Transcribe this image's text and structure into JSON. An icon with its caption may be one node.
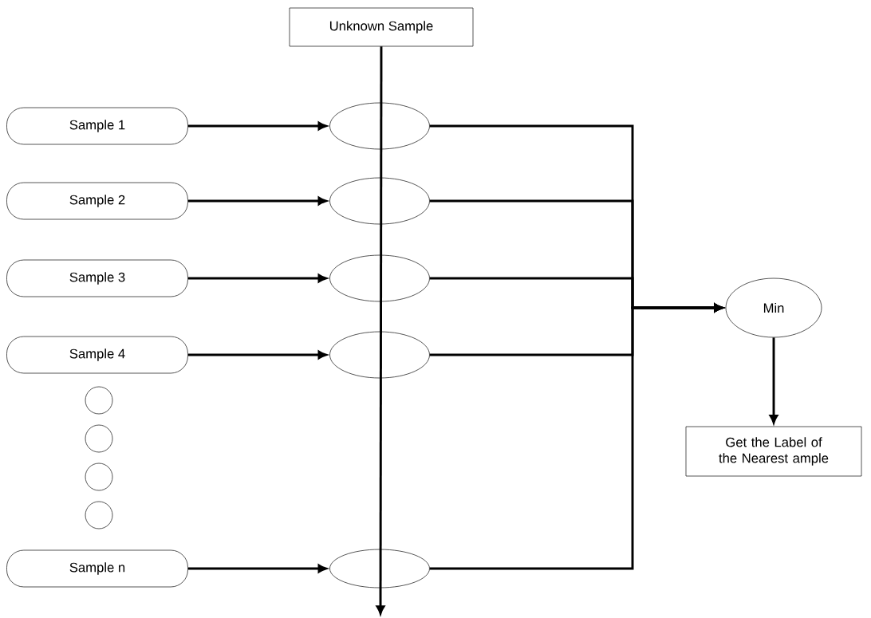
{
  "diagram": {
    "nodes": [
      {
        "text": [
          "Unknown Sample"
        ]
      },
      {
        "text": [
          "Sample 1"
        ]
      },
      {
        "text": [
          "Sample 2"
        ]
      },
      {
        "text": [
          "Sample 3"
        ]
      },
      {
        "text": [
          "Sample 4"
        ]
      },
      {
        "text": [],
        "shape": "circle"
      },
      {
        "text": [],
        "shape": "circle"
      },
      {
        "text": [],
        "shape": "circle"
      },
      {
        "text": [],
        "shape": "circle"
      },
      {
        "text": [
          "Sample n"
        ]
      },
      {
        "text": [],
        "shape": "ellipse"
      },
      {
        "text": [],
        "shape": "ellipse"
      },
      {
        "text": [],
        "shape": "ellipse"
      },
      {
        "text": [],
        "shape": "ellipse"
      },
      {
        "text": [],
        "shape": "ellipse"
      },
      {
        "text": [
          "Min"
        ]
      },
      {
        "text": [
          "Get the Label of the Nearest ample"
        ]
      }
    ],
    "edges": [
      {
        "from": 0,
        "to": null,
        "arrow": "to"
      },
      {
        "from": 1,
        "to": 10,
        "arrow": "to"
      },
      {
        "from": 2,
        "to": 11,
        "arrow": "to"
      },
      {
        "from": 3,
        "to": 12,
        "arrow": "to"
      },
      {
        "from": 4,
        "to": 13,
        "arrow": "to"
      },
      {
        "from": 9,
        "to": 14,
        "arrow": "to"
      },
      {
        "from": 10,
        "to": 15,
        "arrow": "to"
      },
      {
        "from": 11,
        "to": 15,
        "arrow": "to"
      },
      {
        "from": 12,
        "to": 15,
        "arrow": "to"
      },
      {
        "from": 13,
        "to": 15,
        "arrow": "to"
      },
      {
        "from": 14,
        "to": 15,
        "arrow": "to"
      },
      {
        "from": 15,
        "to": 16,
        "arrow": "to"
      }
    ]
  }
}
